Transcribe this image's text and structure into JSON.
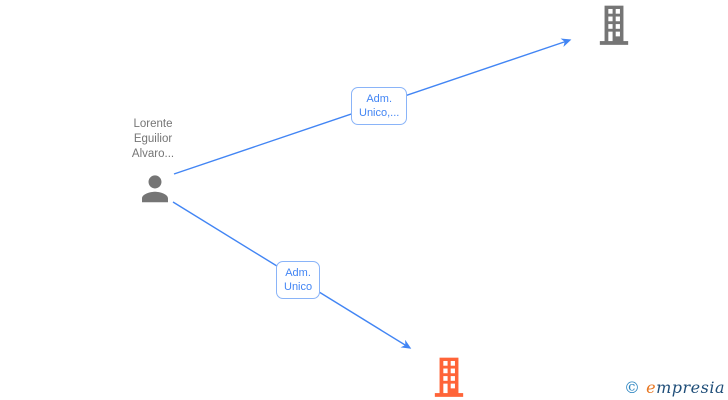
{
  "diagram": {
    "person": {
      "name_lines": [
        "Lorente",
        "Eguilior",
        "Alvaro..."
      ],
      "icon": "person-icon",
      "color": "#757575"
    },
    "companies": [
      {
        "id": "company-top-right",
        "icon": "building-icon",
        "color": "#757575"
      },
      {
        "id": "company-bottom",
        "icon": "building-icon",
        "color": "#FF6438"
      }
    ],
    "edges": [
      {
        "from": "person",
        "to": "company-top-right",
        "label_lines": [
          "Adm.",
          "Unico,..."
        ]
      },
      {
        "from": "person",
        "to": "company-bottom",
        "label_lines": [
          "Adm.",
          "Unico"
        ]
      }
    ]
  },
  "watermark": {
    "copyright": "©",
    "brand_e": "e",
    "brand_rest": "mpresia"
  },
  "colors": {
    "edge_blue": "#4285F4",
    "edge_label_border": "#8ab4f8",
    "edge_label_text": "#4285F4",
    "person_gray": "#757575",
    "company_gray": "#757575",
    "company_orange": "#FF6438",
    "background": "#ffffff",
    "watermark_copyright": "#2e86c1",
    "watermark_e": "#E87722",
    "watermark_text": "#1F4E79"
  }
}
